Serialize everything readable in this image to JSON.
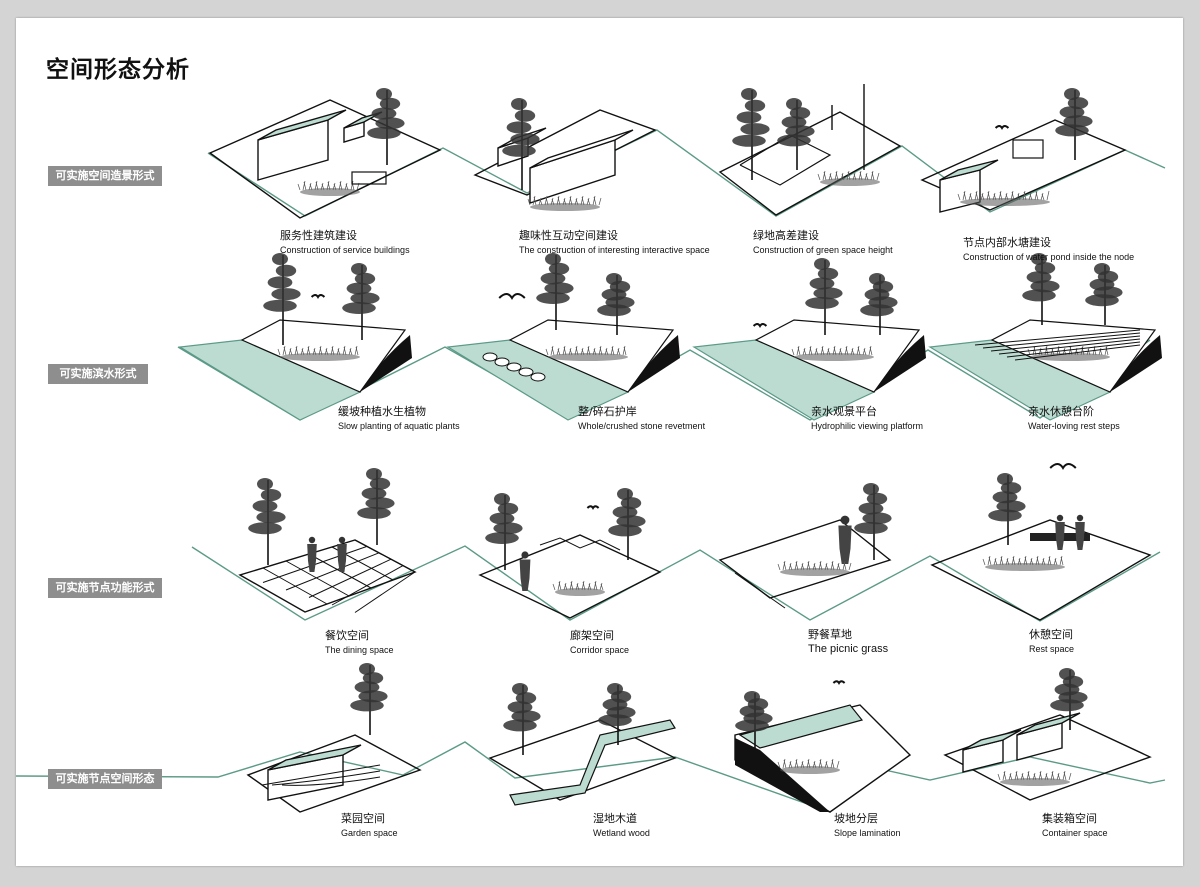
{
  "page_title": "空间形态分析",
  "colors": {
    "teal_line": "#5c9a88",
    "teal_fill": "#bcdcd2",
    "label_bg": "#8e8e8e",
    "ink": "#111111",
    "shadow": "#555555"
  },
  "rows": [
    {
      "label": "可实施空间造景形式",
      "items": [
        {
          "zh": "服务性建筑建设",
          "en": "Construction of service buildings",
          "icon": "building-scene-icon"
        },
        {
          "zh": "趣味性互动空间建设",
          "en": "The construction of interesting interactive space",
          "icon": "interactive-space-icon"
        },
        {
          "zh": "绿地高差建设",
          "en": "Construction of green space height",
          "icon": "green-height-icon"
        },
        {
          "zh": "节点内部水塘建设",
          "en": "Construction of water pond inside the node",
          "icon": "pond-bridge-icon"
        }
      ]
    },
    {
      "label": "可实施滨水形式",
      "items": [
        {
          "zh": "缓坡种植水生植物",
          "en": "Slow planting of aquatic plants",
          "icon": "aquatic-plants-icon"
        },
        {
          "zh": "整/碎石护岸",
          "en": "Whole/crushed stone revetment",
          "icon": "stone-revetment-icon"
        },
        {
          "zh": "亲水观景平台",
          "en": "Hydrophilic viewing platform",
          "icon": "viewing-platform-icon"
        },
        {
          "zh": "亲水休憩台阶",
          "en": "Water-loving rest steps",
          "icon": "rest-steps-icon"
        }
      ]
    },
    {
      "label": "可实施节点功能形式",
      "items": [
        {
          "zh": "餐饮空间",
          "en": "The dining space",
          "icon": "dining-grid-icon"
        },
        {
          "zh": "廊架空间",
          "en": "Corridor space",
          "icon": "corridor-frame-icon"
        },
        {
          "zh": "野餐草地",
          "en": "The picnic grass",
          "icon": "picnic-lawn-icon"
        },
        {
          "zh": "休憩空间",
          "en": "Rest space",
          "icon": "rest-bench-icon"
        }
      ]
    },
    {
      "label": "可实施节点空间形态",
      "items": [
        {
          "zh": "菜园空间",
          "en": "Garden space",
          "icon": "garden-terrace-icon"
        },
        {
          "zh": "湿地木道",
          "en": "Wetland wood",
          "icon": "boardwalk-icon"
        },
        {
          "zh": "坡地分层",
          "en": "Slope lamination",
          "icon": "slope-layer-icon"
        },
        {
          "zh": "集装箱空间",
          "en": "Container space",
          "icon": "container-box-icon"
        }
      ]
    }
  ]
}
